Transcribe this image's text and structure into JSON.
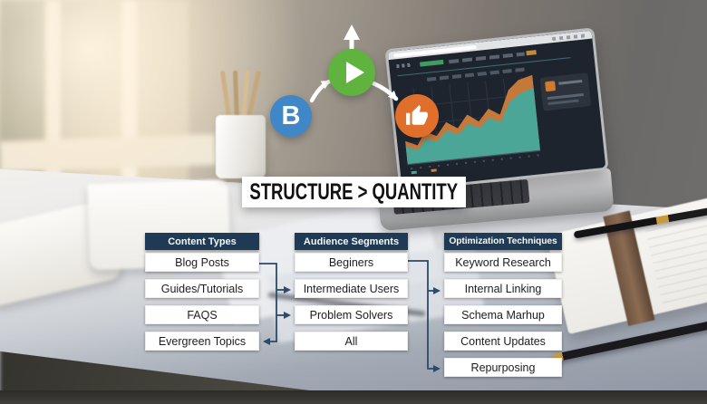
{
  "banner": {
    "title": "STRUCTURE > QUANTITY"
  },
  "flow": {
    "icons": [
      {
        "name": "blog-b-icon",
        "glyph": "B",
        "color": "#3f87c7"
      },
      {
        "name": "video-play-icon",
        "glyph": "play-triangle",
        "color": "#5fb33e"
      },
      {
        "name": "thumbs-up-icon",
        "glyph": "thumb-up",
        "color": "#df6f2b"
      }
    ],
    "arrow_color": "#ffffff"
  },
  "diagram": {
    "header_color": "#1e3a54",
    "connector_color": "#2b4a68",
    "columns": [
      {
        "header": "Content Types",
        "items": [
          "Blog Posts",
          "Guides/Tutorials",
          "FAQS",
          "Evergreen Topics"
        ]
      },
      {
        "header": "Audience Segments",
        "items": [
          "Beginers",
          "Intermediate Users",
          "Problem Solvers",
          "All"
        ]
      },
      {
        "header": "Optimization Techniques",
        "items": [
          "Keyword Research",
          "Internal Linking",
          "Schema Marhup",
          "Content Updates",
          "Repurposing"
        ]
      }
    ]
  }
}
